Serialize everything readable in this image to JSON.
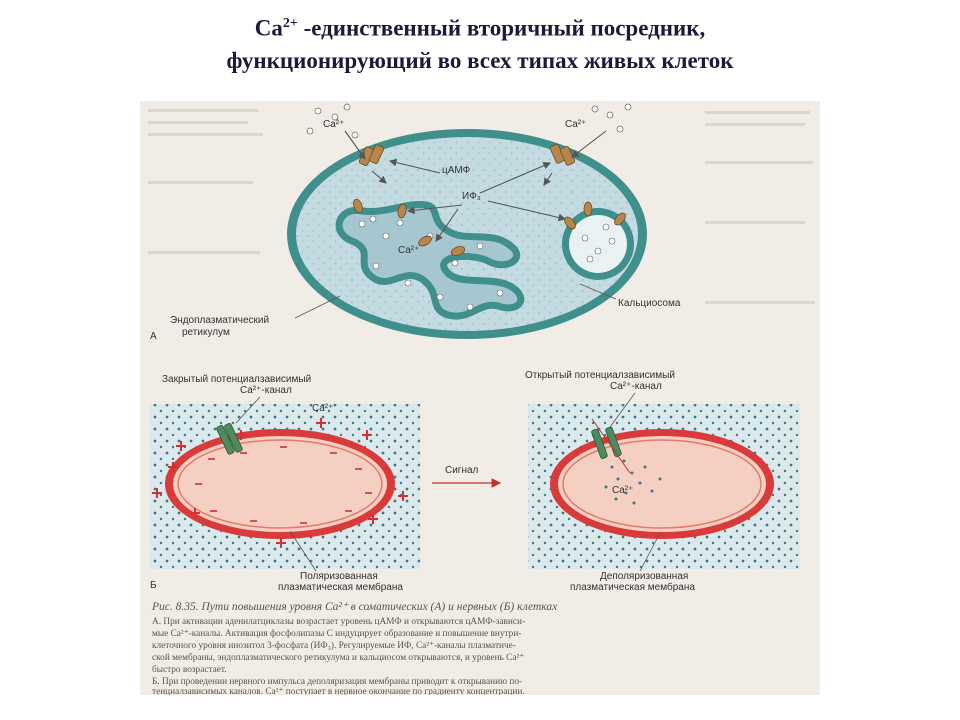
{
  "title": {
    "ion": "Ca",
    "charge": "2+",
    "line1_rest": " -единственный вторичный посредник,",
    "line2": "функционирующий во всех типах живых клеток"
  },
  "panel_a": {
    "ca_left": "Ca²⁺",
    "ca_right": "Ca²⁺",
    "camp": "цАМФ",
    "ip3": "ИФ₃",
    "ca_er": "Ca²⁺",
    "calciosome": "Кальциосома",
    "er_line1": "Эндоплазматический",
    "er_line2": "ретикулум",
    "letter": "А"
  },
  "panel_b": {
    "closed_line1": "Закрытый потенциалзависимый",
    "closed_line2": "Ca²⁺-канал",
    "open_line1": "Открытый потенциалзависимый",
    "open_line2": "Ca²⁺-канал",
    "ca_out": "Ca²⁺",
    "ca_in": "Ca²⁺",
    "signal": "Сигнал",
    "polar_line1": "Поляризованная",
    "polar_line2": "плазматическая мембрана",
    "depolar_line1": "Деполяризованная",
    "depolar_line2": "плазматическая мембрана",
    "letter": "Б"
  },
  "caption": {
    "line1": "Рис. 8.35. Пути повышения уровня Ca²⁺ в соматических (А) и нервных (Б) клетках",
    "line2": "А. При активации аденилатциклазы возрастает уровень цАМФ и открываются цАМФ-зависи-",
    "line3": "мые Ca²⁺-каналы. Активация фосфолипазы С индуцирует образование и повышение внутри-",
    "line4": "клеточного уровня инозитол 3-фосфата (ИФ₃). Регулируемые ИФ, Ca²⁺-каналы плазматиче-",
    "line5": "ской мембраны, эндоплазматического ретикулума и кальциосом открываются, и уровень Ca²⁺",
    "line6": "быстро возрастает.",
    "line7": "Б. При проведении нервного импульса деполяризация мембраны приводит к открыванию по-",
    "line8": "тенциалзависимых каналов. Ca²⁺ поступает в нервное окончание по градиенту концентрации."
  },
  "colors": {
    "membrane_teal": "#3f8f8c",
    "cytoplasm": "#c4dbe2",
    "channel": "#b8864a",
    "cell_red": "#d93a3a",
    "cell_fill": "#f6cfc3",
    "plus_red": "#d83030",
    "channel_green": "#4f8a5e"
  }
}
